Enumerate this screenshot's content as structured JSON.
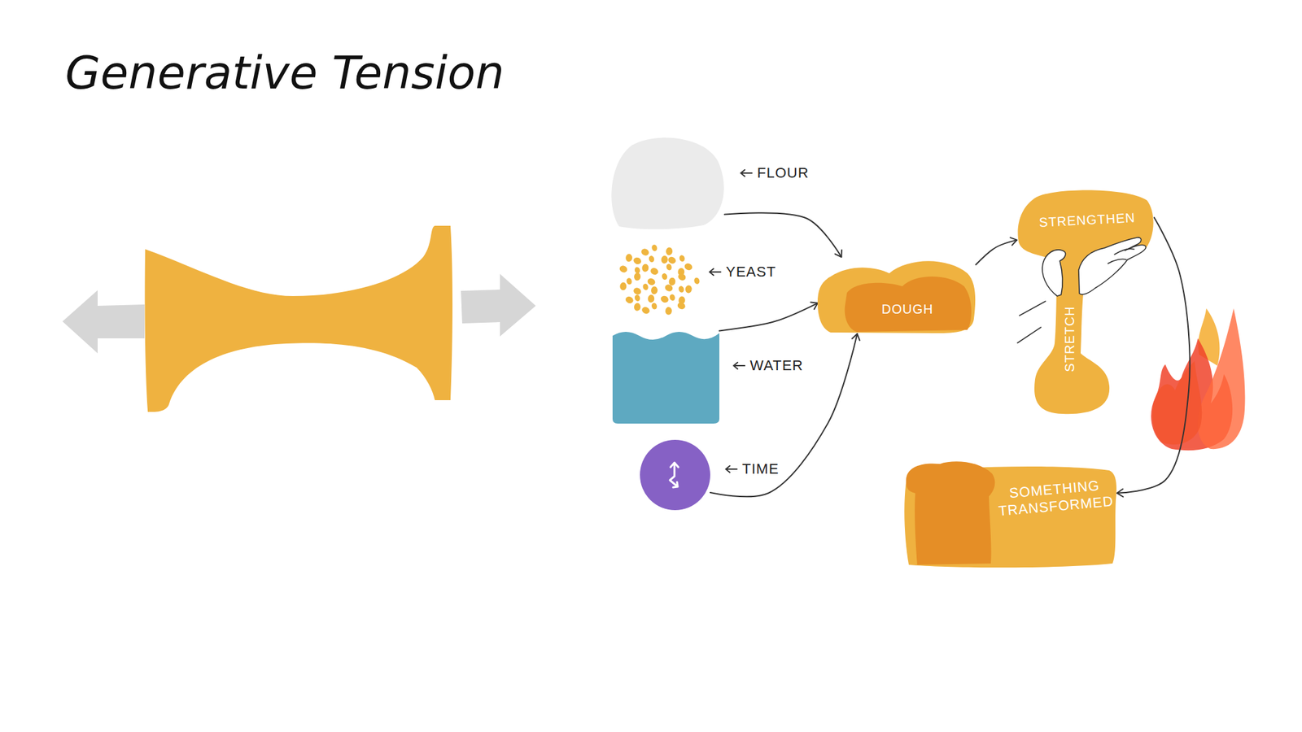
{
  "diagram": {
    "title": "Generative Tension",
    "nodes": [
      {
        "text": [
          "FLOUR"
        ]
      },
      {
        "text": [
          "YEAST"
        ]
      },
      {
        "text": [
          "WATER"
        ]
      },
      {
        "text": [
          "TIME"
        ]
      },
      {
        "text": [
          "DOUGH"
        ]
      },
      {
        "text": [
          "STRENGTHEN",
          "STRETCH"
        ]
      },
      {
        "text": [
          "SOMETHING TRANSFORMED"
        ]
      }
    ],
    "edges": [
      {
        "from": 0,
        "to": 4,
        "arrow": "to"
      },
      {
        "from": 2,
        "to": 4,
        "arrow": "to"
      },
      {
        "from": 3,
        "to": 4,
        "arrow": "to"
      },
      {
        "from": 4,
        "to": 5,
        "arrow": "to"
      },
      {
        "from": 5,
        "to": 6,
        "arrow": "to"
      }
    ]
  }
}
